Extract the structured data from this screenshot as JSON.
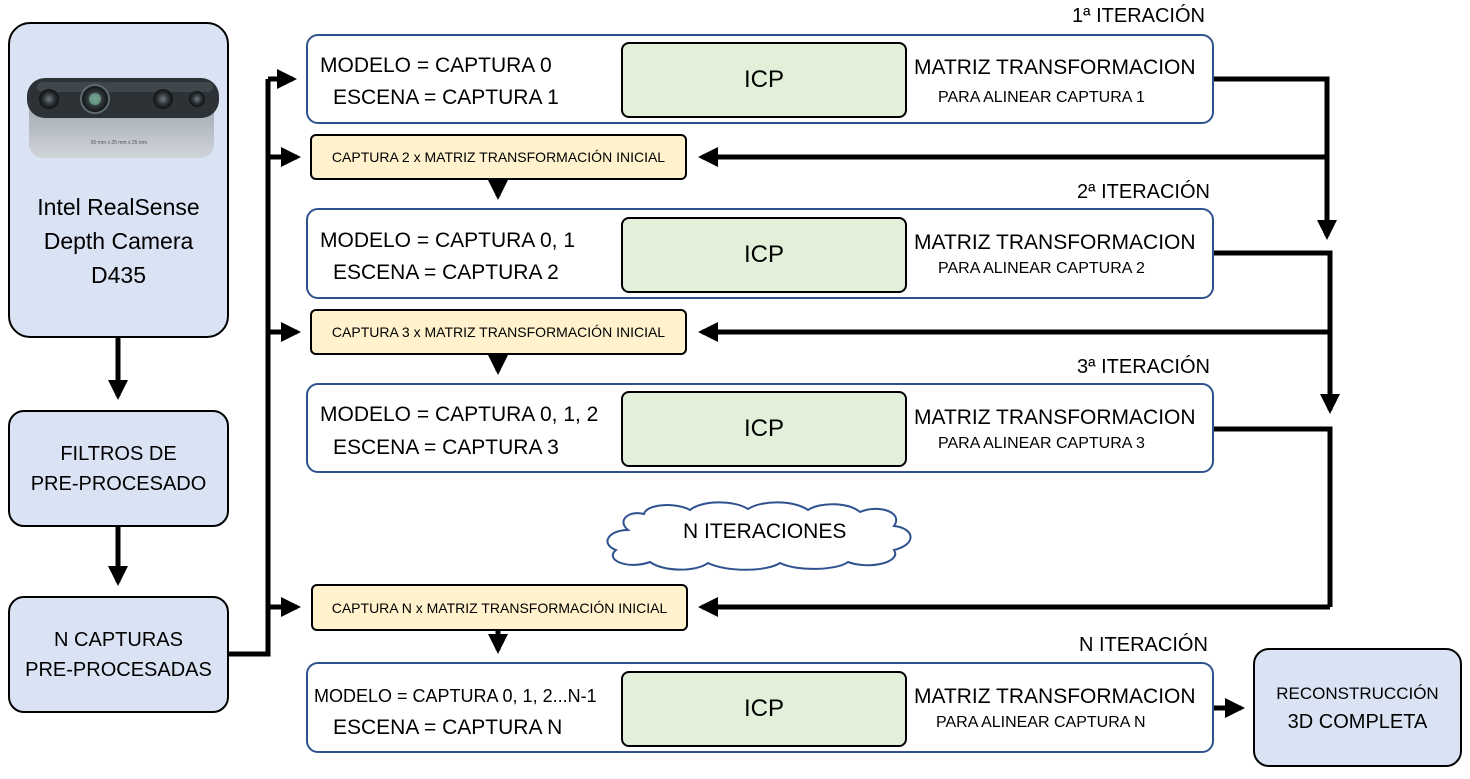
{
  "camera": {
    "lines": [
      "Intel RealSense",
      "Depth Camera",
      "D435"
    ],
    "dimension_text": "90 mm x 25 mm x 25 mm"
  },
  "filtros": {
    "lines": [
      "FILTROS DE",
      "PRE-PROCESADO"
    ]
  },
  "capturas": {
    "lines": [
      "N CAPTURAS",
      "PRE-PROCESADAS"
    ]
  },
  "icp_label": "ICP",
  "matriz_label": "MATRIZ TRANSFORMACION",
  "iterations": [
    {
      "label": "1ª ITERACIÓN",
      "modelo": "MODELO = CAPTURA 0",
      "escena": "ESCENA = CAPTURA 1",
      "para": "PARA ALINEAR CAPTURA 1"
    },
    {
      "label": "2ª ITERACIÓN",
      "modelo": "MODELO = CAPTURA 0, 1",
      "escena": "ESCENA = CAPTURA 2",
      "para": "PARA ALINEAR CAPTURA 2"
    },
    {
      "label": "3ª ITERACIÓN",
      "modelo": "MODELO = CAPTURA 0, 1, 2",
      "escena": "ESCENA = CAPTURA 3",
      "para": "PARA ALINEAR CAPTURA 3"
    },
    {
      "label": "N ITERACIÓN",
      "modelo": "MODELO = CAPTURA 0, 1, 2...N-1",
      "escena": "ESCENA = CAPTURA N",
      "para": "PARA ALINEAR CAPTURA N"
    }
  ],
  "captura_boxes": [
    "CAPTURA 2 x MATRIZ TRANSFORMACIÓN INICIAL",
    "CAPTURA 3 x MATRIZ TRANSFORMACIÓN INICIAL",
    "CAPTURA N x MATRIZ TRANSFORMACIÓN INICIAL"
  ],
  "cloud_label": "N ITERACIONES",
  "reconstruccion": {
    "lines": [
      "RECONSTRUCCIÓN",
      "3D COMPLETA"
    ]
  },
  "colors": {
    "blue_box": "#dae3f3",
    "icp_fill": "#e2efd9",
    "captura_fill": "#fff2cc",
    "iteration_border": "#2f528f",
    "arrow": "#000000"
  }
}
